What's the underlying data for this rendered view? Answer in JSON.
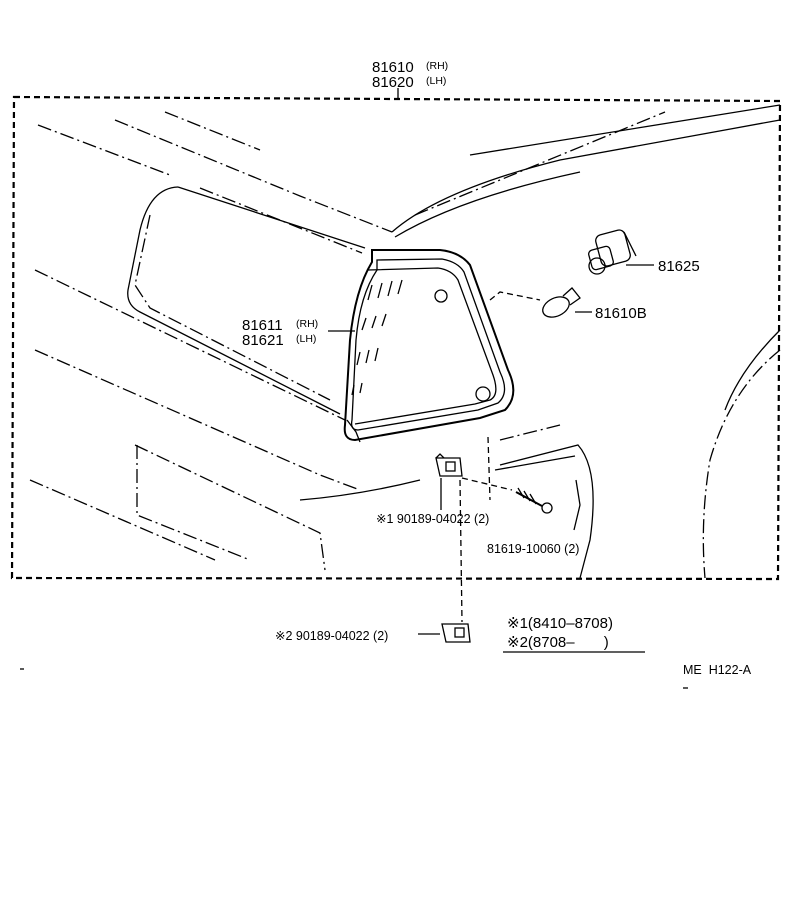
{
  "assembly": {
    "part_rh": "81610",
    "tag_rh": "(RH)",
    "part_lh": "81620",
    "tag_lh": "(LH)"
  },
  "lens": {
    "part_rh": "81611",
    "tag_rh": "(RH)",
    "part_lh": "81621",
    "tag_lh": "(LH)"
  },
  "socket": {
    "part": "81625"
  },
  "bulb": {
    "part": "81610B"
  },
  "clip1": {
    "label": "※1 90189-04022 (2)"
  },
  "screw": {
    "label": "81619-10060 (2)"
  },
  "clip2": {
    "label": "※2 90189-04022 (2)"
  },
  "legend": {
    "row1": "※1(8410–8708)",
    "row2": "※2(8708–       )"
  },
  "diagram_code": "ME  H122-A"
}
